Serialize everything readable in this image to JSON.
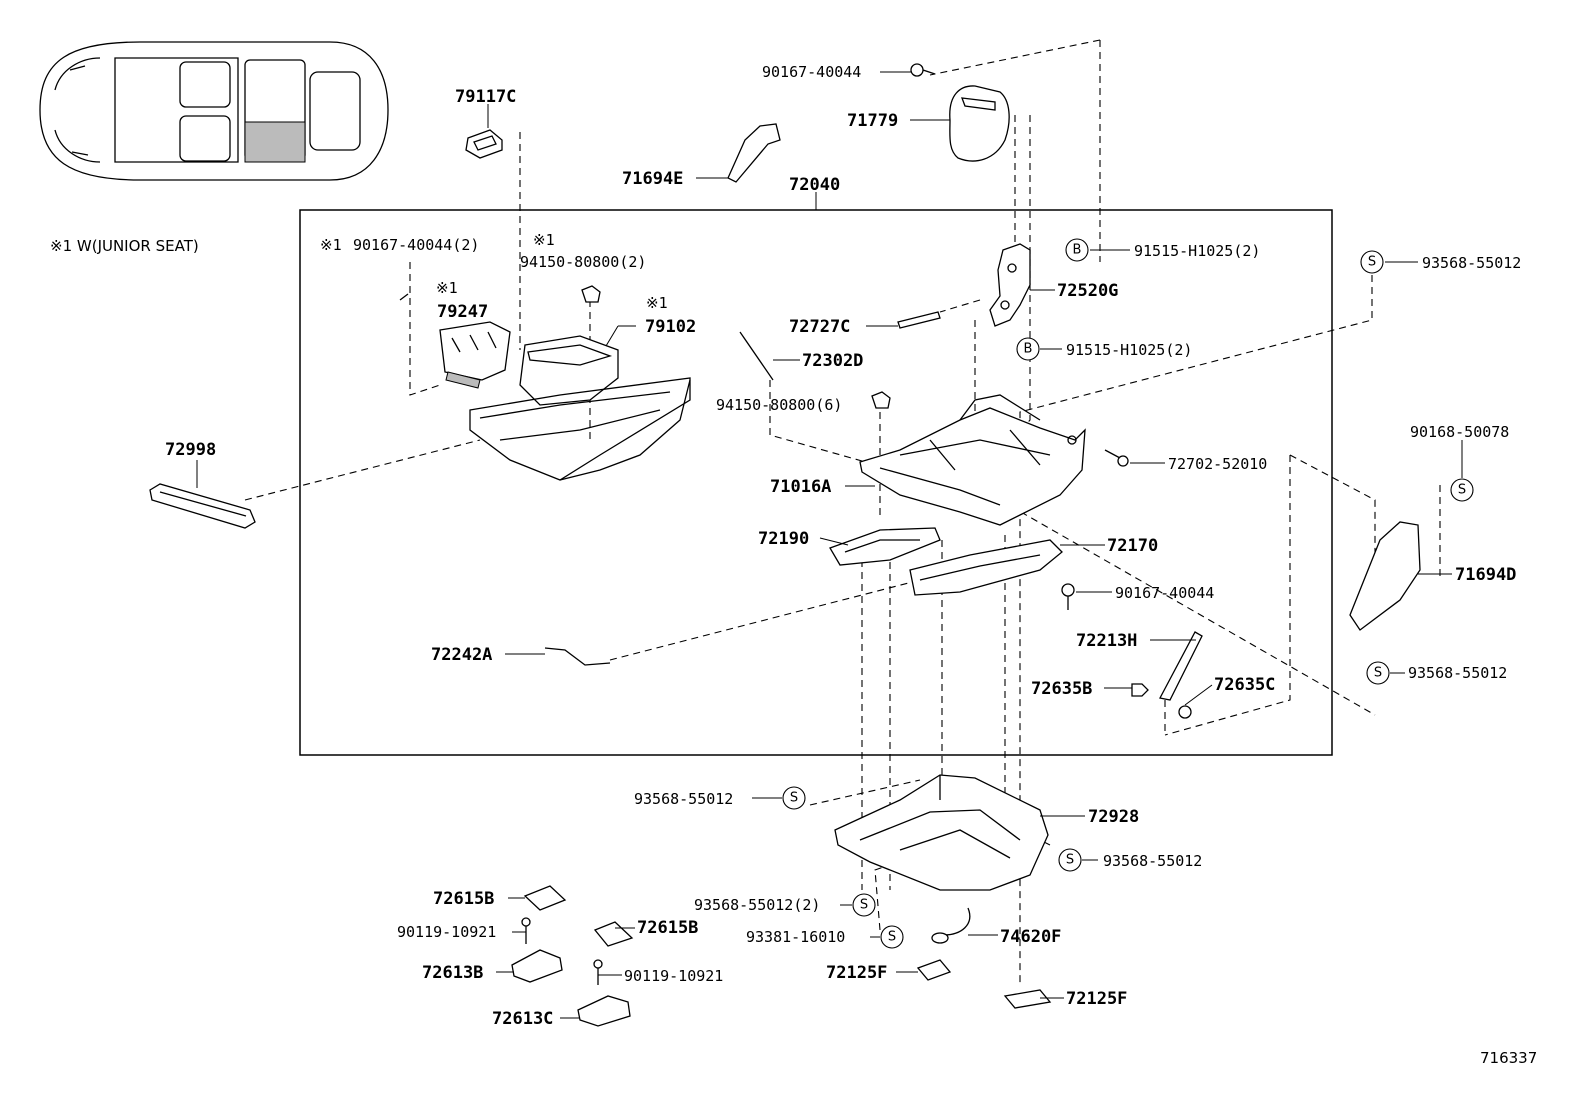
{
  "note": "※1 W(JUNIOR SEAT)",
  "diagram_id": "716337",
  "markers": {
    "b": "B",
    "s": "S",
    "star": "※1"
  },
  "labels": {
    "p79117C": "79117C",
    "p71694E": "71694E",
    "p72040": "72040",
    "p90167_40044_top": "90167-40044",
    "p71779": "71779",
    "p90167_40044_2": "90167-40044(2)",
    "p94150_80800_2": "94150-80800(2)",
    "p79247": "79247",
    "p79102": "79102",
    "p72998": "72998",
    "p72727C": "72727C",
    "p72302D": "72302D",
    "p94150_80800_6": "94150-80800(6)",
    "p72520G": "72520G",
    "p91515_H1025_2a": "91515-H1025(2)",
    "p91515_H1025_2b": "91515-H1025(2)",
    "p93568_55012_r1": "93568-55012",
    "p72702_52010": "72702-52010",
    "p90168_50078": "90168-50078",
    "p71016A": "71016A",
    "p72190": "72190",
    "p72170": "72170",
    "p71694D": "71694D",
    "p90167_40044_mid": "90167-40044",
    "p72242A": "72242A",
    "p72213H": "72213H",
    "p72635B": "72635B",
    "p72635C": "72635C",
    "p93568_55012_r2": "93568-55012",
    "p93568_55012_l1": "93568-55012",
    "p72928": "72928",
    "p93568_55012_r3": "93568-55012",
    "p72615B_a": "72615B",
    "p90119_10921_a": "90119-10921",
    "p72615B_b": "72615B",
    "p93568_55012_2": "93568-55012(2)",
    "p93381_16010": "93381-16010",
    "p74620F": "74620F",
    "p72613B": "72613B",
    "p90119_10921_b": "90119-10921",
    "p72125F_a": "72125F",
    "p72125F_b": "72125F",
    "p72613C": "72613C"
  }
}
